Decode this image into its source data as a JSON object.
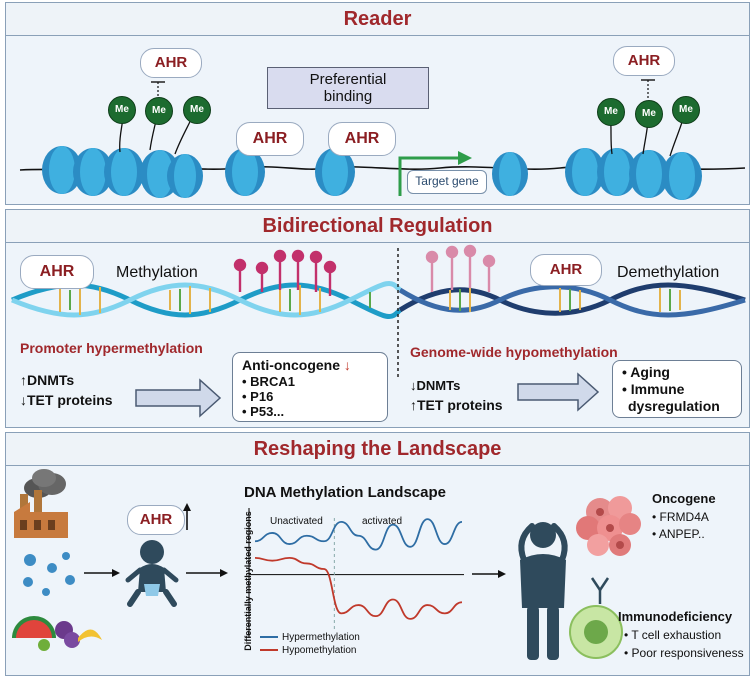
{
  "reader": {
    "title": "Reader",
    "ahr": "AHR",
    "me": "Me",
    "preferential_binding": "Preferential binding",
    "target_gene": "Target gene"
  },
  "bidirectional": {
    "title": "Bidirectional Regulation",
    "ahr": "AHR",
    "methylation": "Methylation",
    "demethylation": "Demethylation",
    "promoter_hypermethylation": "Promoter hypermethylation",
    "left_up": "↑DNMTs",
    "left_down": "↓TET proteins",
    "anti_oncogene": "Anti-oncogene",
    "anti_oncogene_arrow": "↓",
    "genes": [
      "• BRCA1",
      "• P16",
      "• P53..."
    ],
    "genome_wide_hypomethylation": "Genome-wide hypomethylation",
    "right_down": "↓DNMTs",
    "right_up": "↑TET proteins",
    "outcomes": [
      "• Aging",
      "• Immune",
      "dysregulation"
    ]
  },
  "landscape": {
    "title": "Reshaping the Landscape",
    "ahr": "AHR",
    "chart_title": "DNA Methylation Landscape",
    "oncogene_title": "Oncogene",
    "oncogenes": [
      "• FRMD4A",
      "• ANPEP.."
    ],
    "immunodeficiency_title": "Immunodeficiency",
    "immunodeficiency_items": [
      "• T cell exhaustion",
      "• Poor responsiveness"
    ]
  },
  "chart_data": {
    "type": "line",
    "title": "DNA Methylation Landscape",
    "xlabel": "",
    "ylabel": "Differentially methylated regions",
    "regions": [
      "Unactivated",
      "activated"
    ],
    "x": [
      0,
      1,
      2,
      3,
      4,
      5,
      6,
      7,
      8,
      9,
      10,
      11,
      12
    ],
    "series": [
      {
        "name": "Hypermethylation",
        "color": "#2e6da4",
        "values": [
          0.6,
          0.75,
          0.55,
          0.7,
          0.6,
          0.95,
          0.7,
          0.45,
          0.9,
          0.5,
          1.0,
          0.55,
          0.95
        ]
      },
      {
        "name": "Hypomethylation",
        "color": "#c0392b",
        "values": [
          0.3,
          0.25,
          0.3,
          0.2,
          0.1,
          -0.7,
          -0.55,
          -0.75,
          -0.45,
          -0.8,
          -0.55,
          -0.7,
          -0.5
        ]
      }
    ],
    "ylim": [
      -1,
      1.2
    ],
    "grid": false,
    "legend_position": "bottom"
  },
  "colors": {
    "accent_red": "#a0282c",
    "nucleosome": "#29a3d6",
    "me_bead": "#1c6b2f",
    "dna_left": "#2aa8cf",
    "dna_right": "#1f3d6e",
    "pin_left": "#c2306b",
    "pin_right": "#d98aa9"
  }
}
